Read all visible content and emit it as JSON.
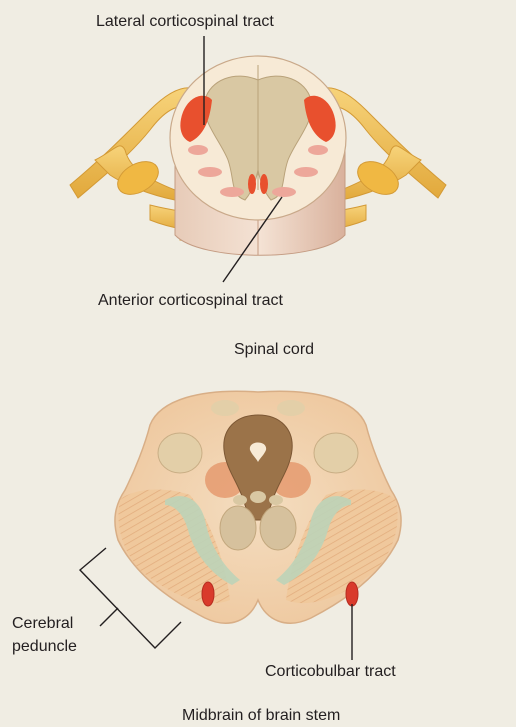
{
  "labels": {
    "lateral_tract": "Lateral corticospinal tract",
    "anterior_tract": "Anterior corticospinal tract",
    "spinal_cord": "Spinal cord",
    "cerebral_peduncle_line1": "Cerebral",
    "cerebral_peduncle_line2": "peduncle",
    "corticobulbar": "Corticobulbar tract",
    "midbrain": "Midbrain of brain stem"
  },
  "colors": {
    "background": "#f0ede3",
    "tract_red": "#e8502e",
    "nerve_yellow": "#f1bf55",
    "gray_matter": "#d9c8a3",
    "white_matter": "#f7ead6",
    "aqueduct_brown": "#9b7349"
  }
}
